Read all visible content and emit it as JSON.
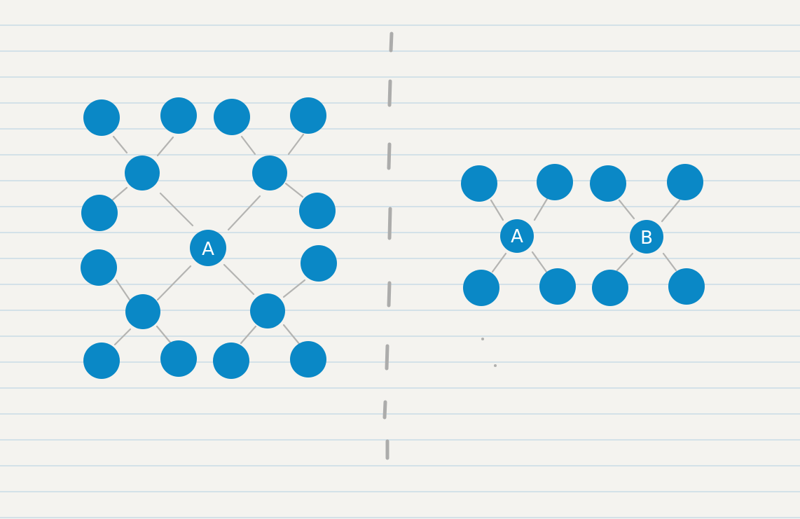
{
  "diagram": {
    "node_color": "#0a88c6",
    "edge_color": "#b4b4b2",
    "divider_color": "#acacab",
    "left_network": {
      "hub_label": "A",
      "hub_count": 1,
      "intermediate_count": 4,
      "leaves_per_intermediate": 3
    },
    "right_network": {
      "hubs": [
        {
          "label": "A",
          "leaves": 4
        },
        {
          "label": "B",
          "leaves": 4
        }
      ]
    }
  }
}
